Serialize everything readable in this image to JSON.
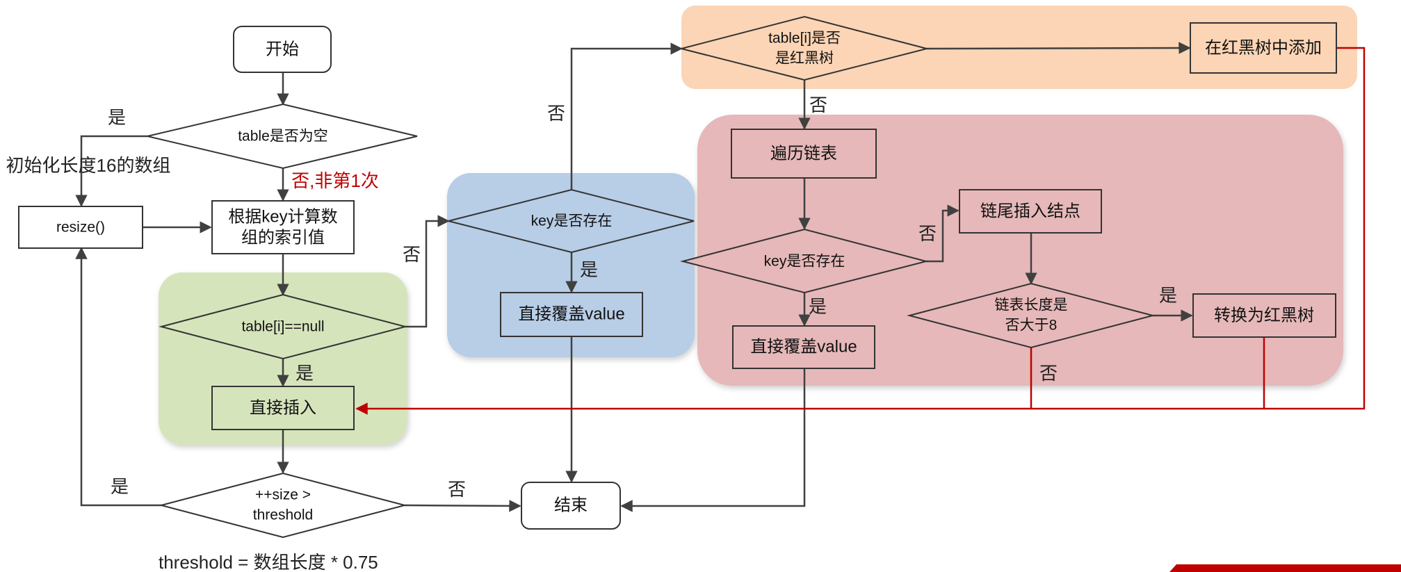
{
  "nodes": {
    "start": "开始",
    "table_empty": "table是否为空",
    "init_array": "初始化长度16的数组",
    "resize": "resize()",
    "calc_index_l1": "根据key计算数",
    "calc_index_l2": "组的索引值",
    "table_i_null": "table[i]==null",
    "direct_insert": "直接插入",
    "size_check_l1": "++size >",
    "size_check_l2": "threshold",
    "end": "结束",
    "key_exists_1": "key是否存在",
    "overwrite_1": "直接覆盖value",
    "is_rbtree_l1": "table[i]是否",
    "is_rbtree_l2": "是红黑树",
    "add_in_tree": "在红黑树中添加",
    "traverse_list": "遍历链表",
    "key_exists_2": "key是否存在",
    "overwrite_2": "直接覆盖value",
    "tail_insert": "链尾插入结点",
    "list_len_l1": "链表长度是",
    "list_len_l2": "否大于8",
    "to_rbtree": "转换为红黑树"
  },
  "labels": {
    "yes": "是",
    "no": "否",
    "no_not_first": "否,非第1次"
  },
  "note": "threshold = 数组长度 * 0.75",
  "colors": {
    "line": "#404040",
    "red": "#c00000",
    "green_region": "#d6e4bc",
    "blue_region": "#b8cde6",
    "pink_region": "#e6b8b9",
    "orange_region": "#fbd5b5"
  }
}
